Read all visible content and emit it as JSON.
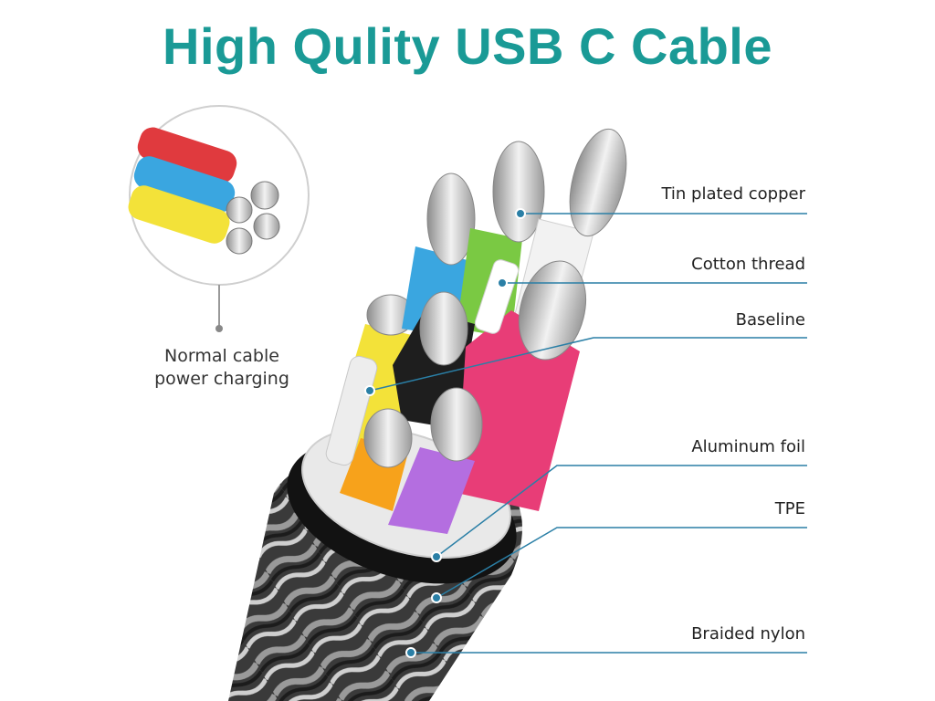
{
  "title": "High Qulity USB C Cable",
  "colors": {
    "title": "#1a9a96",
    "leader_line": "#2a7fa6",
    "red": "#e03a3e",
    "blue": "#3aa6e0",
    "yellow": "#f3e239",
    "green": "#7ac943",
    "white_wire": "#f2f2f2",
    "pink": "#e83d77",
    "black_wire": "#1e1e1e",
    "orange": "#f7a21b",
    "purple": "#b46ee0",
    "foil": "#e9e9e9",
    "tpe": "#111111",
    "braid": "#5a5a5a"
  },
  "inset": {
    "label_lines": [
      "Normal cable",
      "power charging"
    ]
  },
  "callouts": [
    {
      "id": "tin-plated-copper",
      "label": "Tin plated copper"
    },
    {
      "id": "cotton-thread",
      "label": "Cotton thread"
    },
    {
      "id": "baseline",
      "label": "Baseline"
    },
    {
      "id": "aluminum-foil",
      "label": "Aluminum foil"
    },
    {
      "id": "tpe",
      "label": "TPE"
    },
    {
      "id": "braided-nylon",
      "label": "Braided nylon"
    }
  ]
}
